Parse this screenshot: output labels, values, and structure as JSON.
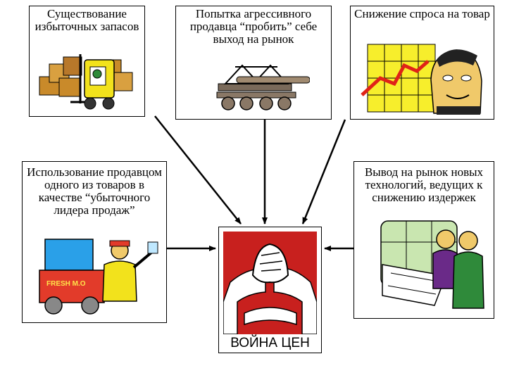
{
  "boxes": {
    "surplus": "Существование избыточных запасов",
    "aggressive": "Попытка агрессивного продавца “пробить” себе выход на рынок",
    "demand": "Снижение спроса на товар",
    "loss_leader": "Использование продавцом одного из товаров в качестве “убыточного лидера продаж”",
    "technology": "Вывод на рынок новых технологий, ведущих к снижению издержек"
  },
  "center": {
    "caption": "ВОЙНА ЦЕН"
  },
  "truck_text": "FRESH M.O",
  "colors": {
    "line": "#000000",
    "center_red": "#c8201e",
    "box_gold": "#c98a2a",
    "forklift_yellow": "#f2e21c",
    "chart_yellow": "#f7ee2c",
    "trend_red": "#e02318",
    "water_blue": "#2aa0e8",
    "suit_purple": "#6a2a88",
    "suit_green": "#2f8a3a"
  }
}
